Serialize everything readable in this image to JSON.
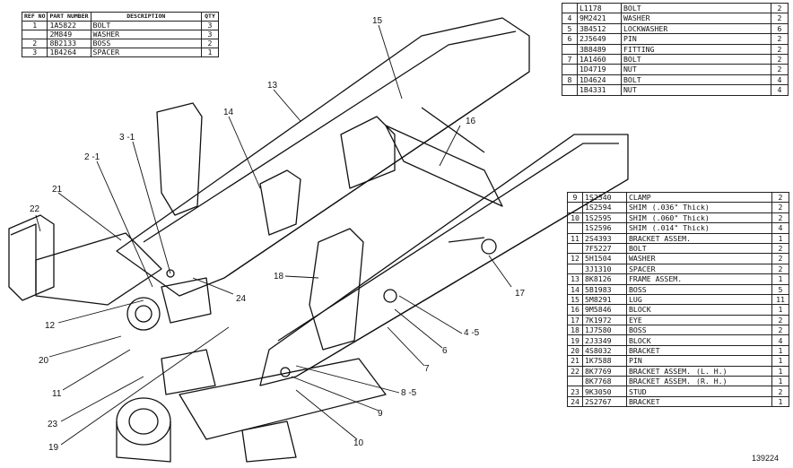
{
  "top_left_table": {
    "headers": {
      "ref": "REF NO",
      "part": "PART NUMBER",
      "desc": "DESCRIPTION",
      "qty": "QTY"
    },
    "rows": [
      {
        "ref": "1",
        "part": "1A5822",
        "desc": "BOLT",
        "qty": "3"
      },
      {
        "ref": "",
        "part": "2M849",
        "desc": "WASHER",
        "qty": "3"
      },
      {
        "ref": "2",
        "part": "8B2133",
        "desc": "BOSS",
        "qty": "2"
      },
      {
        "ref": "3",
        "part": "1B4264",
        "desc": "SPACER",
        "qty": "1"
      }
    ]
  },
  "top_right_table": {
    "rows": [
      {
        "ref": "",
        "part": "L1178",
        "desc": "BOLT",
        "qty": "2"
      },
      {
        "ref": "4",
        "part": "9M2421",
        "desc": "WASHER",
        "qty": "2"
      },
      {
        "ref": "5",
        "part": "3B4512",
        "desc": "LOCKWASHER",
        "qty": "6"
      },
      {
        "ref": "6",
        "part": "2J5649",
        "desc": "PIN",
        "qty": "2"
      },
      {
        "ref": "",
        "part": "3B8489",
        "desc": "FITTING",
        "qty": "2"
      },
      {
        "ref": "7",
        "part": "1A1460",
        "desc": "BOLT",
        "qty": "2"
      },
      {
        "ref": "",
        "part": "1D4719",
        "desc": "NUT",
        "qty": "2"
      },
      {
        "ref": "8",
        "part": "1D4624",
        "desc": "BOLT",
        "qty": "4"
      },
      {
        "ref": "",
        "part": "1B4331",
        "desc": "NUT",
        "qty": "4"
      }
    ]
  },
  "bottom_right_table": {
    "rows": [
      {
        "ref": "9",
        "part": "1S2340",
        "desc": "CLAMP",
        "note": "",
        "qty": "2"
      },
      {
        "ref": "",
        "part": "1S2594",
        "desc": "SHIM",
        "note": "(.036\" Thick)",
        "qty": "2"
      },
      {
        "ref": "10",
        "part": "1S2595",
        "desc": "SHIM",
        "note": "(.060\" Thick)",
        "qty": "2"
      },
      {
        "ref": "",
        "part": "1S2596",
        "desc": "SHIM",
        "note": "(.014\" Thick)",
        "qty": "4"
      },
      {
        "ref": "11",
        "part": "2S4393",
        "desc": "BRACKET ASSEM.",
        "note": "",
        "qty": "1"
      },
      {
        "ref": "",
        "part": "7F5227",
        "desc": "BOLT",
        "note": "",
        "qty": "2"
      },
      {
        "ref": "12",
        "part": "5H1504",
        "desc": "WASHER",
        "note": "",
        "qty": "2"
      },
      {
        "ref": "",
        "part": "3J1310",
        "desc": "SPACER",
        "note": "",
        "qty": "2"
      },
      {
        "ref": "13",
        "part": "8K8126",
        "desc": "FRAME ASSEM.",
        "note": "",
        "qty": "1"
      },
      {
        "ref": "14",
        "part": "5B1983",
        "desc": "BOSS",
        "note": "",
        "qty": "5"
      },
      {
        "ref": "15",
        "part": "5M8291",
        "desc": "LUG",
        "note": "",
        "qty": "11"
      },
      {
        "ref": "16",
        "part": "9M5846",
        "desc": "BLOCK",
        "note": "",
        "qty": "1"
      },
      {
        "ref": "17",
        "part": "7K1972",
        "desc": "EYE",
        "note": "",
        "qty": "2"
      },
      {
        "ref": "18",
        "part": "1J7580",
        "desc": "BOSS",
        "note": "",
        "qty": "2"
      },
      {
        "ref": "19",
        "part": "2J3349",
        "desc": "BLOCK",
        "note": "",
        "qty": "4"
      },
      {
        "ref": "20",
        "part": "4S8032",
        "desc": "BRACKET",
        "note": "",
        "qty": "1"
      },
      {
        "ref": "21",
        "part": "1K7588",
        "desc": "PIN",
        "note": "",
        "qty": "1"
      },
      {
        "ref": "22",
        "part": "8K7769",
        "desc": "BRACKET ASSEM.",
        "note": "(L. H.)",
        "qty": "1"
      },
      {
        "ref": "",
        "part": "8K7768",
        "desc": "BRACKET ASSEM.",
        "note": "(R. H.)",
        "qty": "1"
      },
      {
        "ref": "23",
        "part": "9K3050",
        "desc": "STUD",
        "note": "",
        "qty": "2"
      },
      {
        "ref": "24",
        "part": "2S2767",
        "desc": "BRACKET",
        "note": "",
        "qty": "1"
      }
    ]
  },
  "callouts": {
    "c13": "13",
    "c15": "15",
    "c14": "14",
    "c16": "16",
    "c3": "3 -1",
    "c2": "2 -1",
    "c21": "21",
    "c22": "22",
    "c18": "18",
    "c17": "17",
    "c24": "24",
    "c12": "12",
    "c45": "4 -5",
    "c6": "6",
    "c7": "7",
    "c20": "20",
    "c11": "11",
    "c85": "8 -5",
    "c23": "23",
    "c9": "9",
    "c19": "19",
    "c10": "10"
  },
  "figure_id": "139224"
}
